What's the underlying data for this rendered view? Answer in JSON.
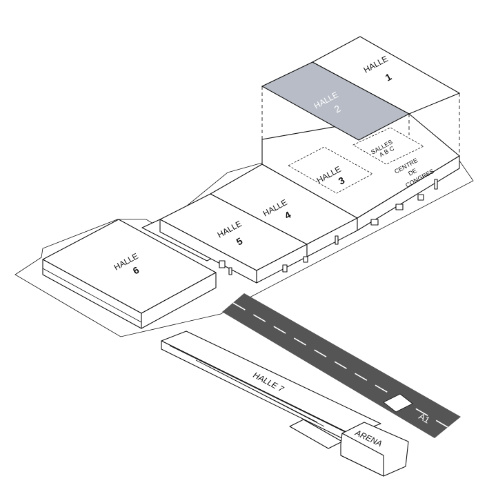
{
  "halls": {
    "h1": {
      "line1": "HALLE",
      "line2": "1"
    },
    "h2": {
      "line1": "HALLE",
      "line2": "2",
      "fill": "#b7bcc6"
    },
    "h3": {
      "line1": "HALLE",
      "line2": "3"
    },
    "h4": {
      "line1": "HALLE",
      "line2": "4"
    },
    "h5": {
      "line1": "HALLE",
      "line2": "5"
    },
    "h6": {
      "line1": "HALLE",
      "line2": "6"
    },
    "h7": {
      "label": "HALLE 7"
    }
  },
  "salles": {
    "line1": "SALLES",
    "line2": "A B C"
  },
  "congres": {
    "line1": "CENTRE",
    "line2": "DE",
    "line3": "CONGRES"
  },
  "arena": {
    "label": "ARENA"
  },
  "road": {
    "label": "A1",
    "color": "#555555"
  }
}
